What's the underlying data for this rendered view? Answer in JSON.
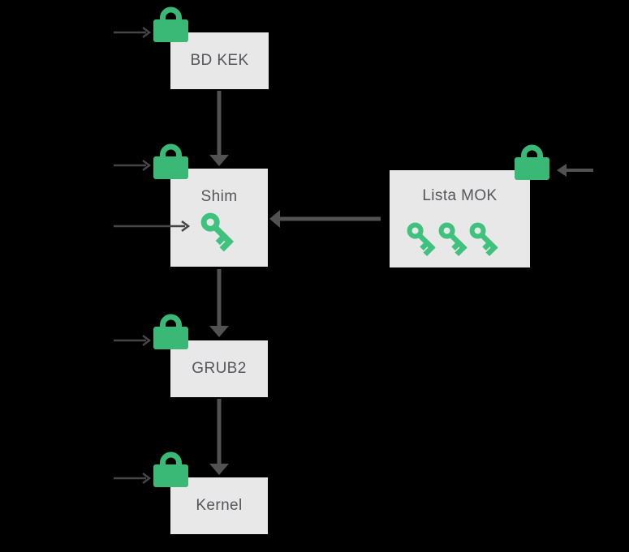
{
  "nodes": {
    "bdkek": {
      "label": "BD KEK"
    },
    "shim": {
      "label": "Shim"
    },
    "lista_mok": {
      "label": "Lista MOK"
    },
    "grub2": {
      "label": "GRUB2"
    },
    "kernel": {
      "label": "Kernel"
    }
  },
  "edges": [
    {
      "from": "bdkek",
      "to": "shim"
    },
    {
      "from": "lista_mok",
      "to": "shim"
    },
    {
      "from": "shim",
      "to": "grub2"
    },
    {
      "from": "grub2",
      "to": "kernel"
    }
  ],
  "pointer_arrows": [
    {
      "points_to": "bdkek-lock"
    },
    {
      "points_to": "shim-lock"
    },
    {
      "points_to": "shim-key"
    },
    {
      "points_to": "grub2-lock"
    },
    {
      "points_to": "kernel-lock"
    },
    {
      "points_to": "lista-mok-lock"
    }
  ],
  "icons": {
    "lock": "padlock-icon",
    "key": "key-icon",
    "mok_keys_count": 3
  },
  "colors": {
    "background": "#000000",
    "box_fill": "#e8e8e8",
    "label_text": "#55565b",
    "lock_green": "#39b876",
    "key_green": "#3ec27d",
    "arrow_thick": "#525252",
    "arrow_thin": "#454545"
  }
}
